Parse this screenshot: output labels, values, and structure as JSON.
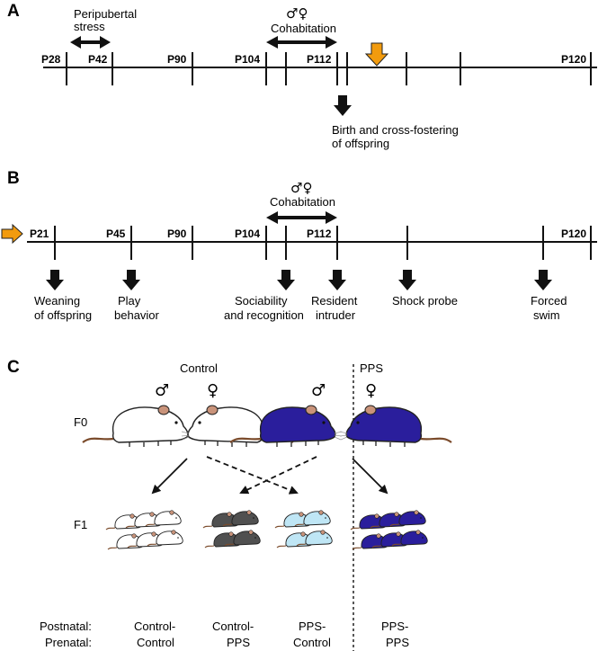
{
  "panels": {
    "a_letter": "A",
    "b_letter": "B",
    "c_letter": "C"
  },
  "panel_a": {
    "stress_label_1": "Peripubertal",
    "stress_label_2": "stress",
    "cohab_symbols": "♂♀",
    "cohab_label": "Cohabitation",
    "ticks": [
      "P28",
      "P42",
      "P90",
      "P104",
      "P112",
      "P120"
    ],
    "birth_label_1": "Birth and cross-fostering",
    "birth_label_2": "of offspring"
  },
  "panel_b": {
    "cohab_symbols": "♂♀",
    "cohab_label": "Cohabitation",
    "ticks": [
      "P21",
      "P45",
      "P90",
      "P104",
      "P112",
      "P120"
    ],
    "events": [
      {
        "line1": "Weaning",
        "line2": "of offspring"
      },
      {
        "line1": "Play",
        "line2": "behavior"
      },
      {
        "line1": "Sociability",
        "line2": "and recognition"
      },
      {
        "line1": "Resident",
        "line2": "intruder"
      },
      {
        "line1": "Shock probe",
        "line2": ""
      },
      {
        "line1": "Forced",
        "line2": "swim"
      }
    ]
  },
  "panel_c": {
    "control_label": "Control",
    "pps_label": "PPS",
    "male_symbol": "♂",
    "female_symbol": "♀",
    "f0_label": "F0",
    "f1_label": "F1",
    "postnatal_label": "Postnatal:",
    "prenatal_label": "Prenatal:",
    "groups": [
      {
        "line1": "Control-",
        "line2": "Control"
      },
      {
        "line1": "Control-",
        "line2": "PPS"
      },
      {
        "line1": "PPS-",
        "line2": "Control"
      },
      {
        "line1": "PPS-",
        "line2": "PPS"
      }
    ],
    "colors": {
      "control": "#ffffff",
      "pps": "#2a1e9c",
      "control_pps": "#505050",
      "pps_control": "#bfe6f5",
      "highlight_arrow": "#f29b0e"
    }
  }
}
